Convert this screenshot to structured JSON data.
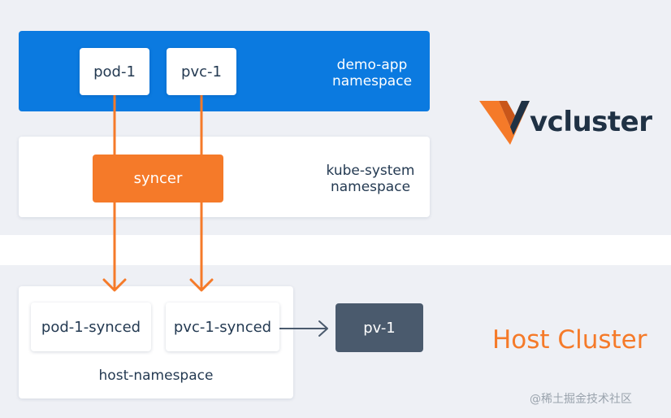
{
  "vcluster": {
    "brand": "vcluster",
    "namespaces": {
      "demo_app": "demo-app namespace",
      "kube_system": "kube-system namespace"
    },
    "boxes": {
      "pod": "pod-1",
      "pvc": "pvc-1",
      "syncer": "syncer"
    }
  },
  "host": {
    "title": "Host Cluster",
    "namespace": "host-namespace",
    "boxes": {
      "pod_synced": "pod-1-synced",
      "pvc_synced": "pvc-1-synced",
      "pv": "pv-1"
    }
  },
  "watermark": "@稀土掘金技术社区",
  "colors": {
    "accent_orange": "#f57a29",
    "accent_blue": "#0b7ae0",
    "dark_slate": "#4a5a6d",
    "background_band": "#eef0f5"
  }
}
